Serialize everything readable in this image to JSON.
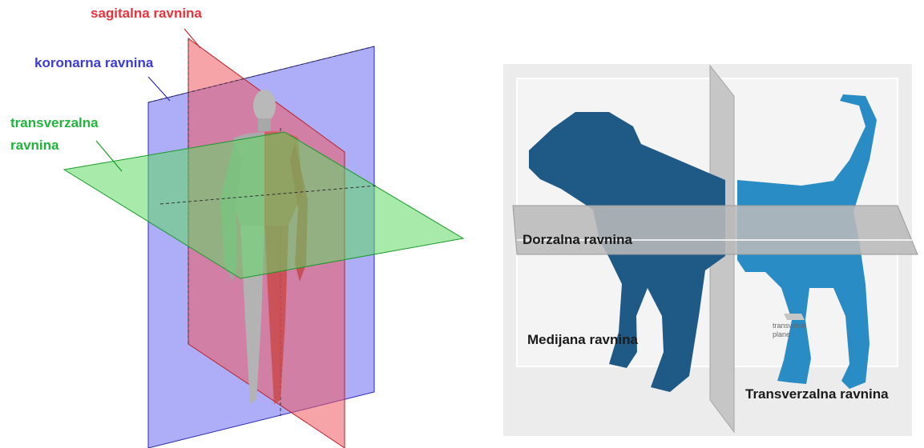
{
  "human_diagram": {
    "sagittal_label": "sagitalna ravnina",
    "coronal_label": "koronarna ravnina",
    "transverse_label_line1": "transverzalna",
    "transverse_label_line2": "ravnina",
    "colors": {
      "sagittal": "#e8323c",
      "coronal": "#3b3bd6",
      "transverse": "#22b43c"
    }
  },
  "dog_diagram": {
    "dorsal_label": "Dorzalna ravnina",
    "median_label": "Medijana ravnina",
    "transverse_label": "Transverzalna ravnina",
    "small_label": "transverse plane",
    "colors": {
      "dog_front": "#1f5a86",
      "dog_back": "#2a8cc4",
      "plane": "#bdbdbd"
    }
  }
}
